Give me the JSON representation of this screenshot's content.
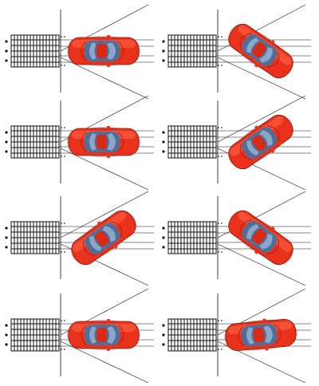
{
  "colors": {
    "car_body": "#e8321c",
    "car_highlight": "#ff6a4a",
    "car_shadow": "#a8180c",
    "glass": "#8aa6c8",
    "glass_dark": "#4e6f99",
    "roof": "#d82a16",
    "line": "#111111",
    "stripe_fill": "#ffffff"
  },
  "icons": {
    "car": "red-sedan-icon",
    "barrier": "barrier-stripes-icon"
  },
  "panels": [
    {
      "car_angle_deg": 0
    },
    {
      "car_angle_deg": 35
    },
    {
      "car_angle_deg": 0
    },
    {
      "car_angle_deg": -35
    },
    {
      "car_angle_deg": -35
    },
    {
      "car_angle_deg": 35
    },
    {
      "car_angle_deg": 0
    },
    {
      "car_angle_deg": -5
    }
  ]
}
